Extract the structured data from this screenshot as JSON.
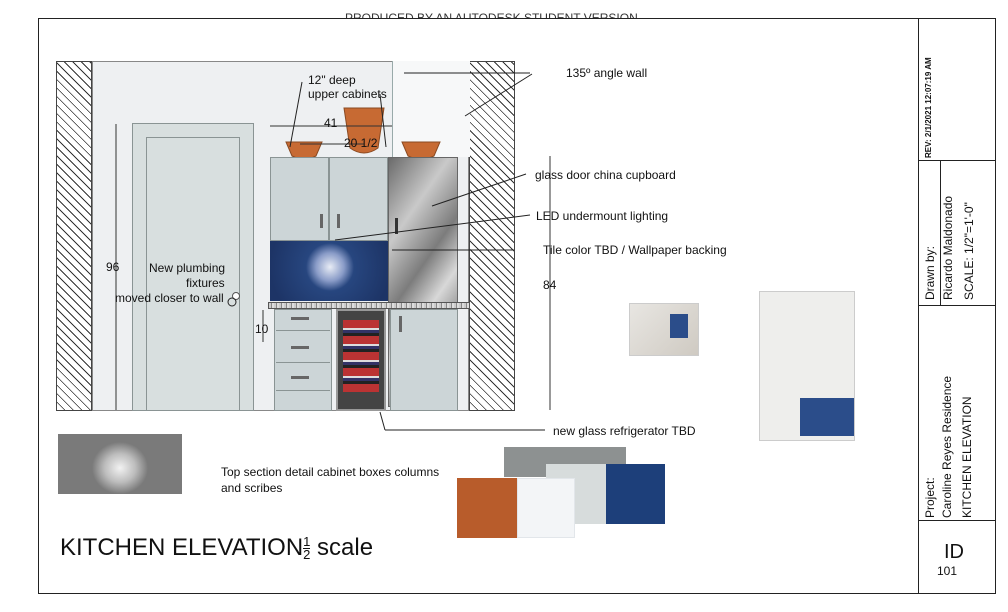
{
  "header": {
    "watermark": "PRODUCED BY AN AUTODESK STUDENT VERSION"
  },
  "annotations": {
    "upper_cabinets": "12\" deep\nupper cabinets",
    "upper_cabinets_l1": "12\" deep",
    "upper_cabinets_l2": "upper cabinets",
    "angle_wall": "135º angle wall",
    "china_cupboard": "glass door china cupboard",
    "led_lighting": "LED  undermount lighting",
    "tile_color": "Tile color TBD / Wallpaper backing",
    "plumbing_l1": "New plumbing",
    "plumbing_l2": "fixtures",
    "plumbing_l3": "moved closer to wall",
    "refrigerator": "new glass refrigerator TBD",
    "section_detail_l1": "Top section detail cabinet boxes columns",
    "section_detail_l2": "and scribes"
  },
  "dimensions": {
    "width_41": "41",
    "width_20": "20 1/2",
    "height_96": "96",
    "height_84": "84",
    "height_10": "10"
  },
  "drawing_title": {
    "text": "KITCHEN ELEVATION",
    "frac_num": "1",
    "frac_den": "2",
    "suffix": " scale"
  },
  "title_block": {
    "rev": "REV:  2/1/2021 12:07:19 AM",
    "drawn_by_label": "Drawn by:",
    "drawn_by_name": "Ricardo Maldonado",
    "scale": "SCALE: 1/2\"=1'-0\"",
    "project_label": "Project:",
    "project_name": "Caroline Reyes Residence",
    "sheet_title": "KITCHEN ELEVATION",
    "id_label": "ID",
    "id_number": "101"
  },
  "colors": {
    "copper": "#b85c2b",
    "white": "#f3f5f7",
    "pale_gray": "#d7dcdc",
    "navy": "#1d3f7a",
    "gray": "#8d9191",
    "cabinet": "#ccd5d7"
  }
}
